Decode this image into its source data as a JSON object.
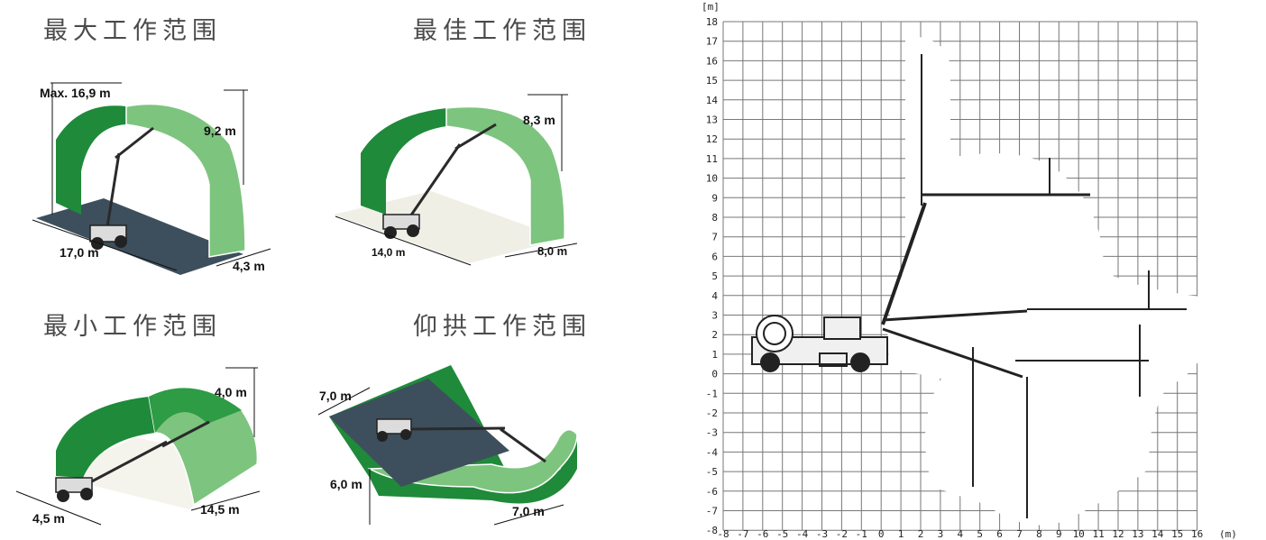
{
  "panels": [
    {
      "title": "最大工作范围",
      "labels": [
        "Max. 16,9 m",
        "9,2 m",
        "17,0 m",
        "4,3 m"
      ]
    },
    {
      "title": "最佳工作范围",
      "labels": [
        "8,3 m",
        "14,0 m",
        "8,0 m"
      ]
    },
    {
      "title": "最小工作范围",
      "labels": [
        "4,0 m",
        "4,5 m",
        "14,5  m"
      ]
    },
    {
      "title": "仰拱工作范围",
      "labels": [
        "7,0 m",
        "6,0 m",
        "7,0 m"
      ]
    }
  ],
  "reach_chart": {
    "unit": "[m]",
    "y_ticks": [
      "18",
      "17",
      "16",
      "15",
      "14",
      "13",
      "12",
      "11",
      "10",
      "9",
      "8",
      "7",
      "6",
      "5",
      "4",
      "3",
      "2",
      "1",
      "0",
      "-1",
      "-2",
      "-3",
      "-4",
      "-5",
      "-6",
      "-7",
      "-8"
    ],
    "x_ticks": [
      "-8",
      "-7",
      "-6",
      "-5",
      "-4",
      "-3",
      "-2",
      "-1",
      "0",
      "1",
      "2",
      "3",
      "4",
      "5",
      "6",
      "7",
      "8",
      "9",
      "10",
      "11",
      "12",
      "13",
      "14",
      "15",
      "16"
    ],
    "x_unit": "(m)"
  },
  "colors": {
    "dark_green": "#1f8a3a",
    "light_green": "#7dc47e",
    "floor_dark": "#3d4f5c",
    "floor_light": "#efefe6"
  }
}
